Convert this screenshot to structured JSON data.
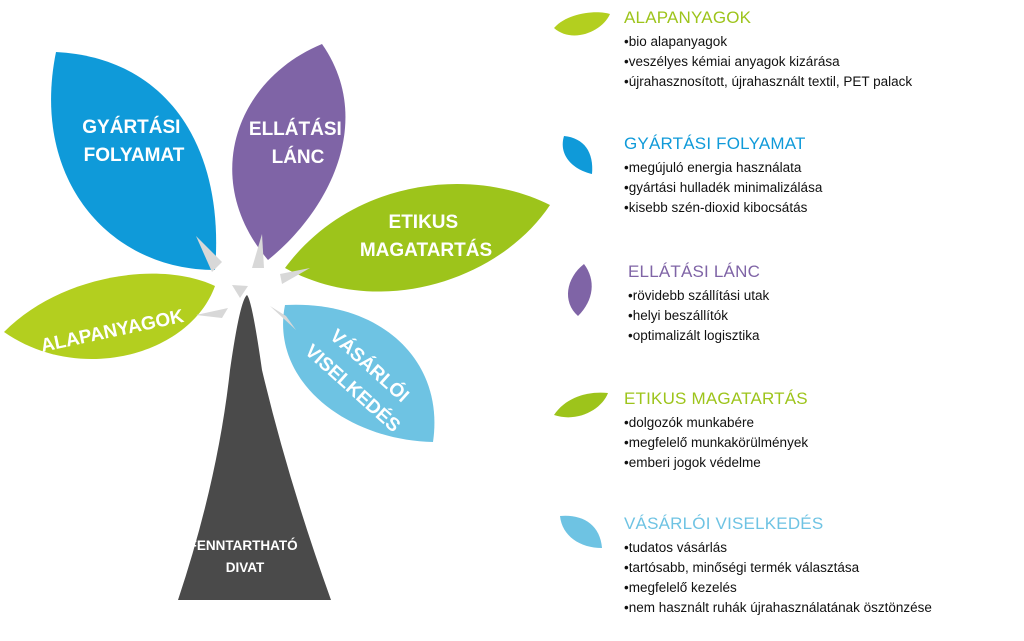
{
  "colors": {
    "green": "#9dc41b",
    "blue": "#0f9ad9",
    "purple": "#7f64a6",
    "lightblue": "#6ec3e3",
    "trunk": "#4a4a4a"
  },
  "diagram": {
    "petals": [
      {
        "key": "gyartasi",
        "lines": [
          "GYÁRTÁSI",
          "FOLYAMAT"
        ]
      },
      {
        "key": "ellatasi",
        "lines": [
          "ELLÁTÁSI",
          "LÁNC"
        ]
      },
      {
        "key": "etikus",
        "lines": [
          "ETIKUS",
          "MAGATARTÁS"
        ]
      },
      {
        "key": "alapanyagok",
        "lines": [
          "ALAPANYAGOK"
        ]
      },
      {
        "key": "vasarloi",
        "lines": [
          "VÁSÁRLÓI",
          "VISELKEDÉS"
        ]
      }
    ],
    "trunk": {
      "lines": [
        "FENNTARTHATÓ",
        "DIVAT"
      ]
    }
  },
  "legend": [
    {
      "title": "ALAPANYAGOK",
      "color": "#9dc41b",
      "items": [
        "bio alapanyagok",
        "veszélyes kémiai anyagok kizárása",
        "újrahasznosított, újrahasznált textil, PET palack"
      ]
    },
    {
      "title": "GYÁRTÁSI FOLYAMAT",
      "color": "#0f9ad9",
      "items": [
        "megújuló energia használata",
        "gyártási hulladék minimalizálása",
        "kisebb szén-dioxid kibocsátás"
      ]
    },
    {
      "title": "ELLÁTÁSI LÁNC",
      "color": "#7f64a6",
      "items": [
        "rövidebb szállítási utak",
        "helyi beszállítók",
        "optimalizált logisztika"
      ]
    },
    {
      "title": "ETIKUS MAGATARTÁS",
      "color": "#9dc41b",
      "items": [
        "dolgozók munkabére",
        "megfelelő munkakörülmények",
        "emberi jogok védelme"
      ]
    },
    {
      "title": "VÁSÁRLÓI VISELKEDÉS",
      "color": "#6ec3e3",
      "items": [
        "tudatos vásárlás",
        "tartósabb, minőségi termék választása",
        "megfelelő kezelés",
        "nem használt ruhák újrahasználatának ösztönzése"
      ]
    }
  ]
}
